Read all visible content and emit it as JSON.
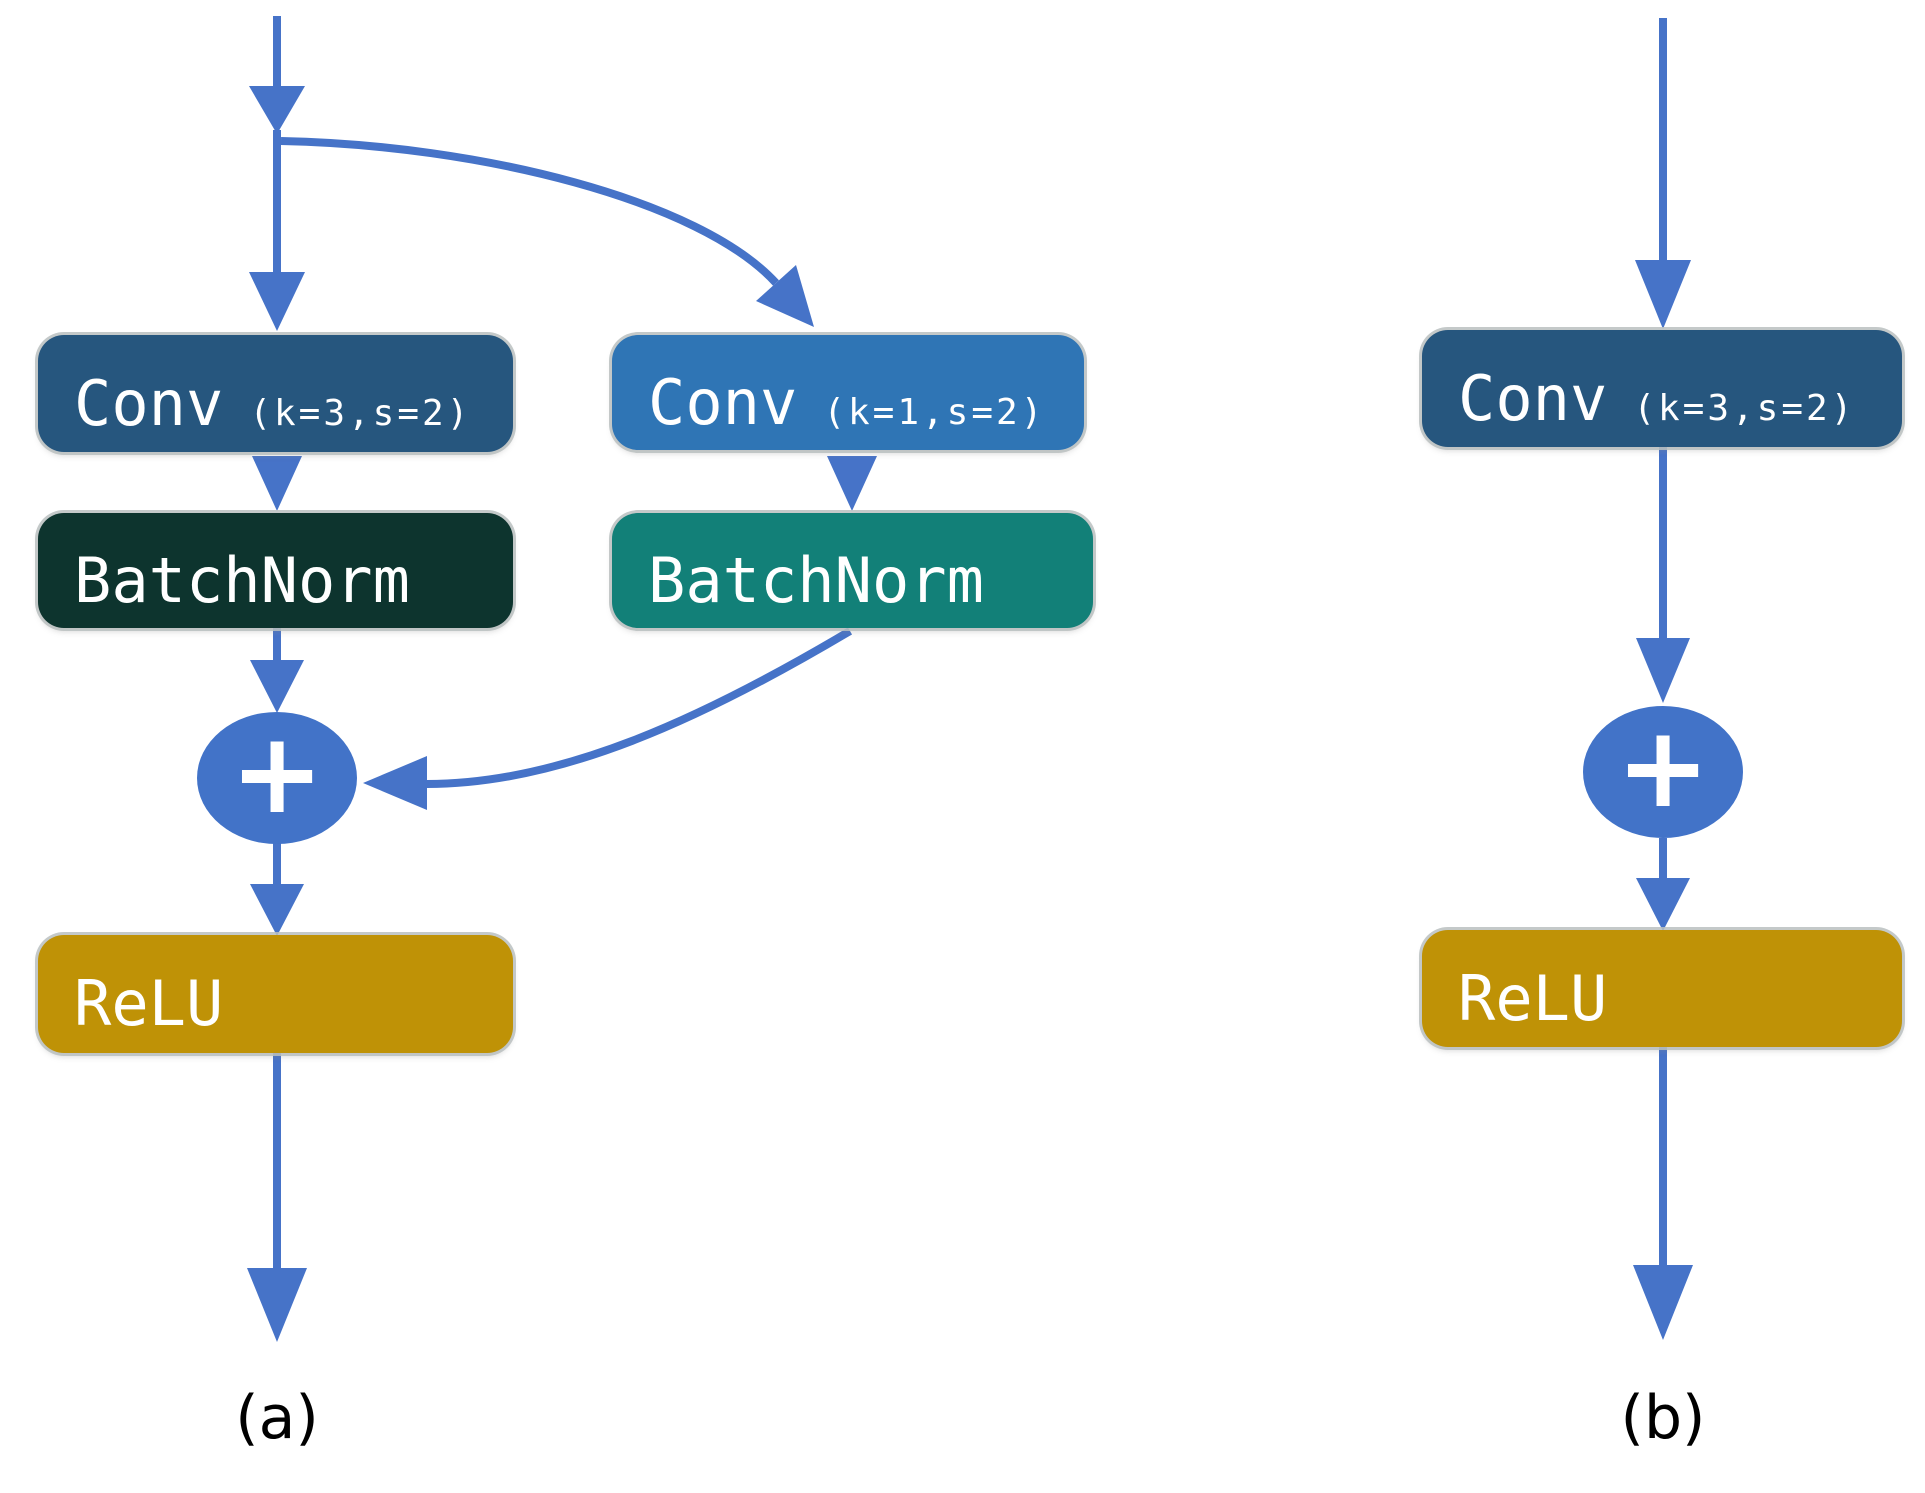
{
  "figure": {
    "background": "#ffffff",
    "arrow_color": "#4673c8",
    "panel_a": {
      "caption": "(a)",
      "conv_main": {
        "label": "Conv",
        "params": "(k=3,s=2)",
        "color": "#26567e"
      },
      "batchnorm_main": {
        "label": "BatchNorm",
        "color": "#0d342e"
      },
      "conv_shortcut": {
        "label": "Conv",
        "params": "(k=1,s=2)",
        "color": "#2f75b5"
      },
      "batchnorm_shortcut": {
        "label": "BatchNorm",
        "color": "#128078"
      },
      "add": {
        "symbol": "+",
        "color": "#4273c8"
      },
      "relu": {
        "label": "ReLU",
        "color": "#bf9206"
      }
    },
    "panel_b": {
      "caption": "(b)",
      "conv": {
        "label": "Conv",
        "params": "(k=3,s=2)",
        "color": "#26567e"
      },
      "add": {
        "symbol": "+",
        "color": "#4273c8"
      },
      "relu": {
        "label": "ReLU",
        "color": "#bf9206"
      }
    }
  }
}
